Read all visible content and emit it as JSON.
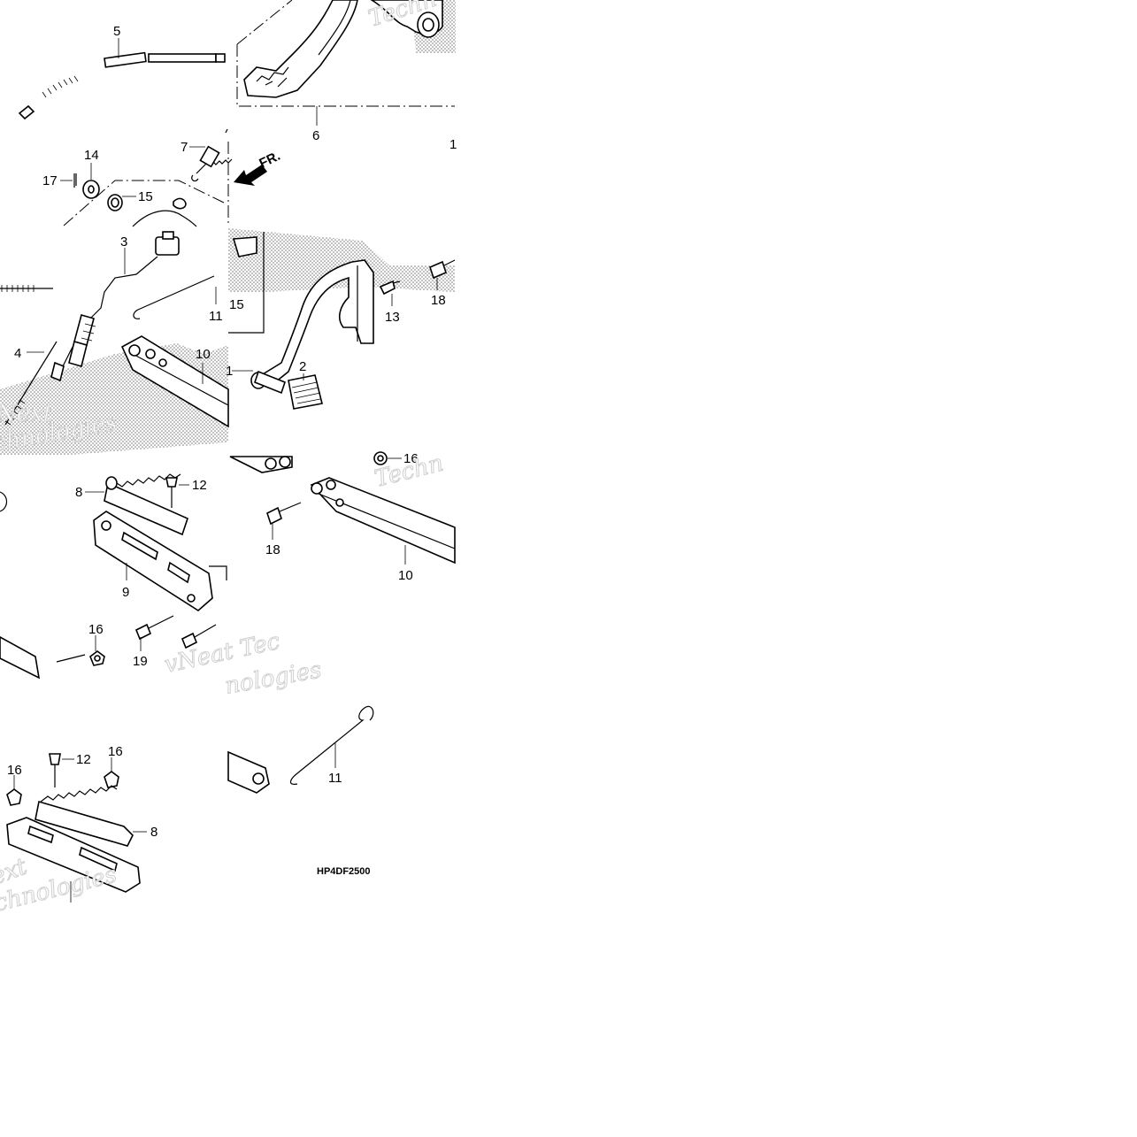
{
  "callouts": {
    "n1": "1",
    "n2": "2",
    "n3": "3",
    "n4": "4",
    "n5": "5",
    "n6": "6",
    "n7": "7",
    "n8": "8",
    "n9": "9",
    "n10": "10",
    "n11": "11",
    "n12": "12",
    "n13": "13",
    "n14": "14",
    "n15": "15",
    "n16": "16",
    "n17": "17",
    "n18": "18",
    "n19": "19"
  },
  "direction_label": "FR.",
  "diagram_code": "HP4DF2500",
  "watermark": {
    "brand_a": "vNext",
    "brand_b": "Technologies",
    "fragment_next": "Next",
    "fragment_ext": "ext",
    "fragment_tech": "Techn",
    "fragment_chnologies": "chnologies",
    "fragment_nologies": "nologies",
    "fragment_vneat": "vNeat Tec"
  }
}
